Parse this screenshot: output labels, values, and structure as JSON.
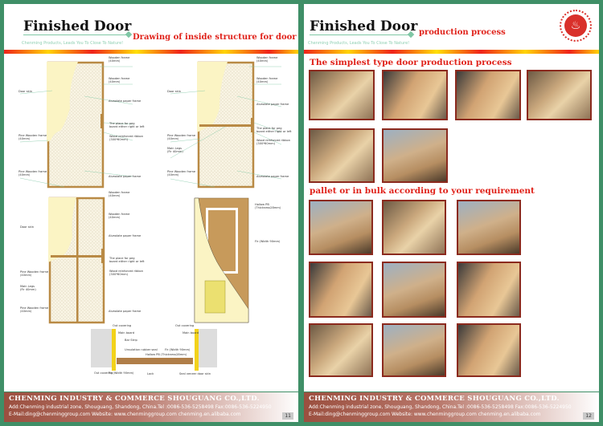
{
  "left": {
    "title": "Finished Door",
    "subtitle": "Drawing of inside structure for door",
    "slogan": "Chenming Products, Leads You To Close To Nature!",
    "page": "11",
    "d1": {
      "right": [
        "Wooden frame",
        "(40mm)",
        "Wooden frame",
        "(40mm)",
        "Alveolate paper frame",
        "The place for peg",
        "board either right or left",
        "Wood reinforced ribbon",
        "(300*60mm)",
        "Alveolate paper frame"
      ],
      "left": [
        "Door skin",
        "Pine Wooden frame",
        "(40mm)",
        "Pine Wooden frame",
        "(40mm)"
      ]
    },
    "d2": {
      "right": [
        "Wooden frame",
        "(40mm)",
        "Wooden frame",
        "(40mm)",
        "Alveolate paper frame",
        "The place for peg",
        "board either right or left",
        "Wood reinforced ribbon",
        "(300*60mm)",
        "Alveolate paper frame"
      ],
      "left": [
        "Door skin",
        "Pine Wooden frame",
        "(40mm)",
        "Main Legs",
        "(Fir  40mm)",
        "Pine Wooden frame",
        "(40mm)"
      ]
    },
    "d3": {
      "right": [
        "Wooden frame",
        "(40mm)",
        "Wooden frame",
        "(40mm)",
        "Alveolate paper frame",
        "The place for peg",
        "board either right or left",
        "Wood reinforced ribbon",
        "(300*60mm)",
        "Alveolate paper frame"
      ],
      "left": [
        "Door skin",
        "Pine Wooden frame",
        "(40mm)",
        "Main Legs",
        "(Fir  40mm)",
        "Pine Wooden frame",
        "(40mm)"
      ]
    },
    "d4": {
      "labels": [
        "Hollow PB",
        "(Thickness28mm)",
        "Fir (Width 90mm)"
      ]
    },
    "section": {
      "labels": [
        "Out covering",
        "Main board",
        "Bar Strip",
        "Unsulation rubber seal",
        "Hollow PB (Thickness28mm)",
        "Fir (Width 90mm)",
        "Lock",
        "Out covering",
        "Fir (Width 90mm)",
        "Out covering",
        "Main board",
        "Seal veneer door skin"
      ]
    }
  },
  "right": {
    "title": "Finished Door",
    "subtitle": "production process",
    "slogan": "Chenming Products, Leads You To Close To Nature!",
    "page": "12",
    "heading1": "The simplest type door production process",
    "heading2": "pallet or in bulk according to your requirement"
  },
  "footer": {
    "company": "CHENMING INDUSTRY & COMMERCE SHOUGUANG CO.,LTD.",
    "address": "Add:Chenming industrial zone, Shouguang, Shandong, China.Tel :0086-536-5258498 Fax:0086-536-5224950",
    "contact": "E-Mail:ding@chenminggroup.com Website: www.chenminggroup.com   chenming.en.alibaba.com"
  }
}
